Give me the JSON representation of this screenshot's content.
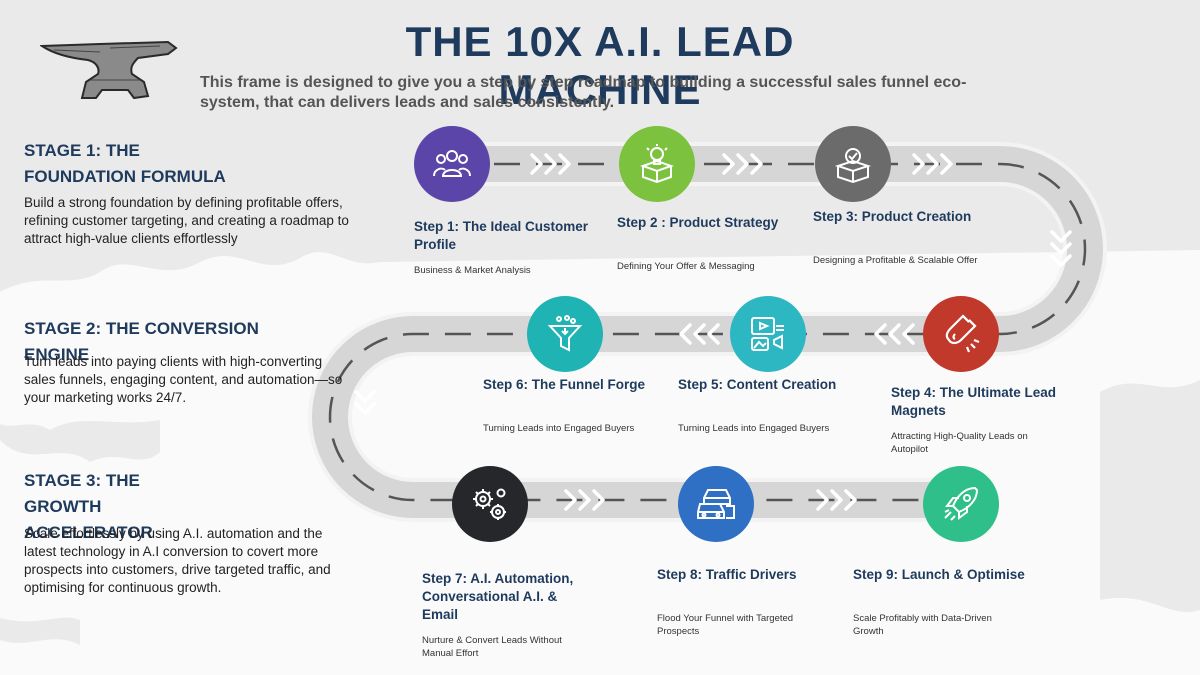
{
  "header": {
    "title": "THE 10X A.I. LEAD MACHINE",
    "subtitle": "This frame is designed to give you a step by step roadmap to building a successful sales funnel eco-system, that can delivers leads and sales consistently."
  },
  "logo_icon": "anvil-icon",
  "stages": [
    {
      "title": "STAGE 1: THE FOUNDATION FORMULA",
      "body": "Build a strong foundation by defining profitable offers, refining customer targeting, and creating a roadmap to attract high-value clients effortlessly"
    },
    {
      "title": "STAGE 2: THE CONVERSION ENGINE",
      "body": "Turn leads into paying clients with high-converting sales funnels, engaging content, and automation—so your marketing works 24/7."
    },
    {
      "title": "STAGE 3: THE GROWTH ACCELERATOR",
      "body": "Scale effortlessly by using A.I. automation and the latest technology in A.I conversion to covert more prospects into customers, drive targeted traffic, and optimising for continuous growth."
    }
  ],
  "steps": [
    {
      "title": "Step 1: The Ideal Customer Profile",
      "desc": "Business & Market Analysis",
      "color": "#5b45a8",
      "icon": "people-group-icon"
    },
    {
      "title": "Step 2 : Product Strategy",
      "desc": "Defining Your Offer & Messaging",
      "color": "#7cc23e",
      "icon": "lightbulb-box-icon"
    },
    {
      "title": "Step 3: Product Creation",
      "desc": "Designing a Profitable & Scalable Offer",
      "color": "#6b6b6b",
      "icon": "checked-box-icon"
    },
    {
      "title": "Step 4: The Ultimate Lead Magnets",
      "desc": "Attracting High-Quality Leads on Autopilot",
      "color": "#c0392b",
      "icon": "magnet-icon"
    },
    {
      "title": "Step 5: Content Creation",
      "desc": "Turning Leads into Engaged Buyers",
      "color": "#2cb7c2",
      "icon": "media-content-icon"
    },
    {
      "title": "Step 6: The Funnel Forge",
      "desc": "Turning Leads into Engaged Buyers",
      "color": "#1fb3b3",
      "icon": "funnel-icon"
    },
    {
      "title": "Step 7: A.I. Automation, Conversational A.I. & Email",
      "desc": "Nurture & Convert Leads Without Manual Effort",
      "color": "#26272b",
      "icon": "gears-icon"
    },
    {
      "title": "Step 8: Traffic Drivers",
      "desc": "Flood Your Funnel with Targeted Prospects",
      "color": "#2f6fc4",
      "icon": "traffic-cars-icon"
    },
    {
      "title": "Step 9: Launch & Optimise",
      "desc": "Scale Profitably with Data-Driven Growth",
      "color": "#2fbf8a",
      "icon": "rocket-icon"
    }
  ]
}
